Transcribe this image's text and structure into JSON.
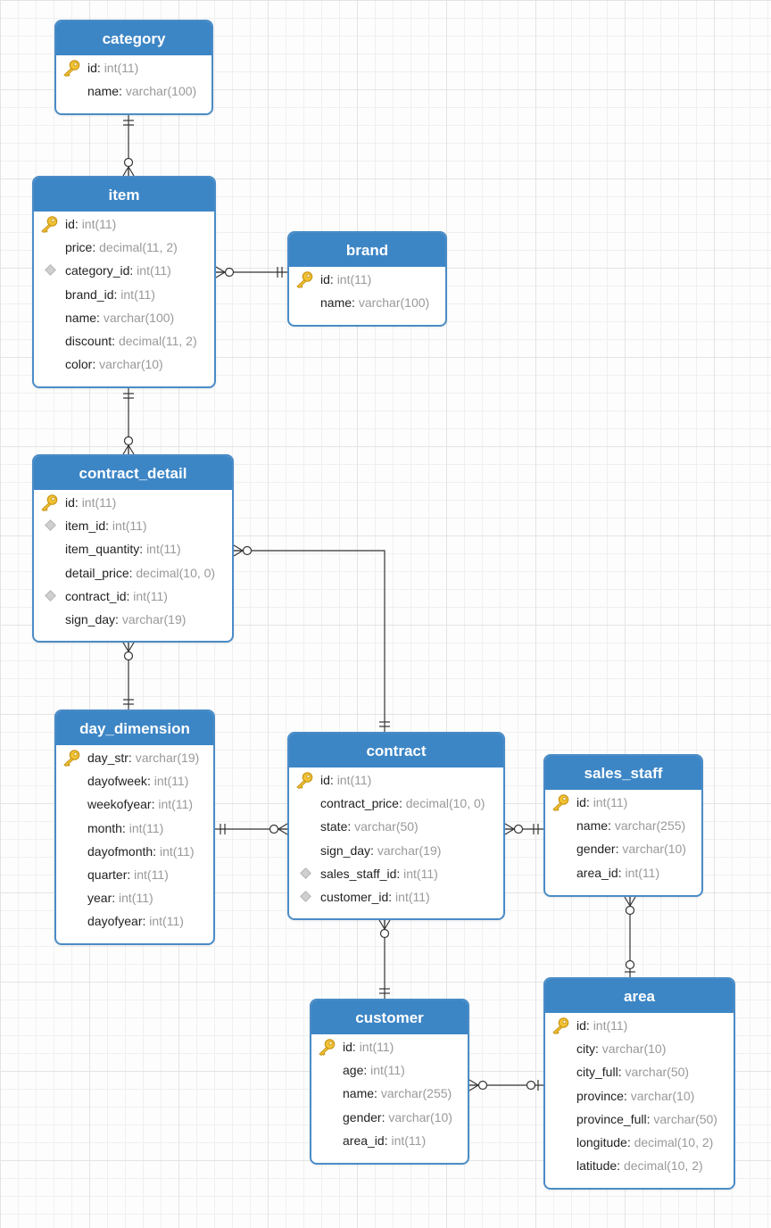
{
  "colors": {
    "header": "#3d86c6",
    "border": "#4a8cc7",
    "type": "#999999",
    "line": "#333333"
  },
  "entities": {
    "category": {
      "name": "category",
      "fields": [
        {
          "name": "id",
          "type": "int(11)",
          "key": "pk"
        },
        {
          "name": "name",
          "type": "varchar(100)",
          "key": ""
        }
      ]
    },
    "item": {
      "name": "item",
      "fields": [
        {
          "name": "id",
          "type": "int(11)",
          "key": "pk"
        },
        {
          "name": "price",
          "type": "decimal(11, 2)",
          "key": ""
        },
        {
          "name": "category_id",
          "type": "int(11)",
          "key": "fk"
        },
        {
          "name": "brand_id",
          "type": "int(11)",
          "key": ""
        },
        {
          "name": "name",
          "type": "varchar(100)",
          "key": ""
        },
        {
          "name": "discount",
          "type": "decimal(11, 2)",
          "key": ""
        },
        {
          "name": "color",
          "type": "varchar(10)",
          "key": ""
        }
      ]
    },
    "brand": {
      "name": "brand",
      "fields": [
        {
          "name": "id",
          "type": "int(11)",
          "key": "pk"
        },
        {
          "name": "name",
          "type": "varchar(100)",
          "key": ""
        }
      ]
    },
    "contract_detail": {
      "name": "contract_detail",
      "fields": [
        {
          "name": "id",
          "type": "int(11)",
          "key": "pk"
        },
        {
          "name": "item_id",
          "type": "int(11)",
          "key": "fk"
        },
        {
          "name": "item_quantity",
          "type": "int(11)",
          "key": ""
        },
        {
          "name": "detail_price",
          "type": "decimal(10, 0)",
          "key": ""
        },
        {
          "name": "contract_id",
          "type": "int(11)",
          "key": "fk"
        },
        {
          "name": "sign_day",
          "type": "varchar(19)",
          "key": ""
        }
      ]
    },
    "day_dimension": {
      "name": "day_dimension",
      "fields": [
        {
          "name": "day_str",
          "type": "varchar(19)",
          "key": "pk"
        },
        {
          "name": "dayofweek",
          "type": "int(11)",
          "key": ""
        },
        {
          "name": "weekofyear",
          "type": "int(11)",
          "key": ""
        },
        {
          "name": "month",
          "type": "int(11)",
          "key": ""
        },
        {
          "name": "dayofmonth",
          "type": "int(11)",
          "key": ""
        },
        {
          "name": "quarter",
          "type": "int(11)",
          "key": ""
        },
        {
          "name": "year",
          "type": "int(11)",
          "key": ""
        },
        {
          "name": "dayofyear",
          "type": "int(11)",
          "key": ""
        }
      ]
    },
    "contract": {
      "name": "contract",
      "fields": [
        {
          "name": "id",
          "type": "int(11)",
          "key": "pk"
        },
        {
          "name": "contract_price",
          "type": "decimal(10, 0)",
          "key": ""
        },
        {
          "name": "state",
          "type": "varchar(50)",
          "key": ""
        },
        {
          "name": "sign_day",
          "type": "varchar(19)",
          "key": ""
        },
        {
          "name": "sales_staff_id",
          "type": "int(11)",
          "key": "fk"
        },
        {
          "name": "customer_id",
          "type": "int(11)",
          "key": "fk"
        }
      ]
    },
    "sales_staff": {
      "name": "sales_staff",
      "fields": [
        {
          "name": "id",
          "type": "int(11)",
          "key": "pk"
        },
        {
          "name": "name",
          "type": "varchar(255)",
          "key": ""
        },
        {
          "name": "gender",
          "type": "varchar(10)",
          "key": ""
        },
        {
          "name": "area_id",
          "type": "int(11)",
          "key": ""
        }
      ]
    },
    "customer": {
      "name": "customer",
      "fields": [
        {
          "name": "id",
          "type": "int(11)",
          "key": "pk"
        },
        {
          "name": "age",
          "type": "int(11)",
          "key": ""
        },
        {
          "name": "name",
          "type": "varchar(255)",
          "key": ""
        },
        {
          "name": "gender",
          "type": "varchar(10)",
          "key": ""
        },
        {
          "name": "area_id",
          "type": "int(11)",
          "key": ""
        }
      ]
    },
    "area": {
      "name": "area",
      "fields": [
        {
          "name": "id",
          "type": "int(11)",
          "key": "pk"
        },
        {
          "name": "city",
          "type": "varchar(10)",
          "key": ""
        },
        {
          "name": "city_full",
          "type": "varchar(50)",
          "key": ""
        },
        {
          "name": "province",
          "type": "varchar(10)",
          "key": ""
        },
        {
          "name": "province_full",
          "type": "varchar(50)",
          "key": ""
        },
        {
          "name": "longitude",
          "type": "decimal(10, 2)",
          "key": ""
        },
        {
          "name": "latitude",
          "type": "decimal(10, 2)",
          "key": ""
        }
      ]
    }
  },
  "relationships": [
    {
      "from": "category",
      "to": "item",
      "from_end": "one",
      "to_end": "zero-or-many"
    },
    {
      "from": "item",
      "to": "brand",
      "from_end": "zero-or-many",
      "to_end": "one"
    },
    {
      "from": "item",
      "to": "contract_detail",
      "from_end": "one",
      "to_end": "zero-or-many"
    },
    {
      "from": "contract_detail",
      "to": "contract",
      "from_end": "zero-or-many",
      "to_end": "one"
    },
    {
      "from": "contract_detail",
      "to": "day_dimension",
      "from_end": "zero-or-many",
      "to_end": "one"
    },
    {
      "from": "day_dimension",
      "to": "contract",
      "from_end": "one",
      "to_end": "zero-or-many"
    },
    {
      "from": "contract",
      "to": "sales_staff",
      "from_end": "zero-or-many",
      "to_end": "one"
    },
    {
      "from": "contract",
      "to": "customer",
      "from_end": "zero-or-many",
      "to_end": "one"
    },
    {
      "from": "sales_staff",
      "to": "area",
      "from_end": "zero-or-many",
      "to_end": "zero-or-one"
    },
    {
      "from": "customer",
      "to": "area",
      "from_end": "zero-or-many",
      "to_end": "zero-or-one"
    }
  ]
}
